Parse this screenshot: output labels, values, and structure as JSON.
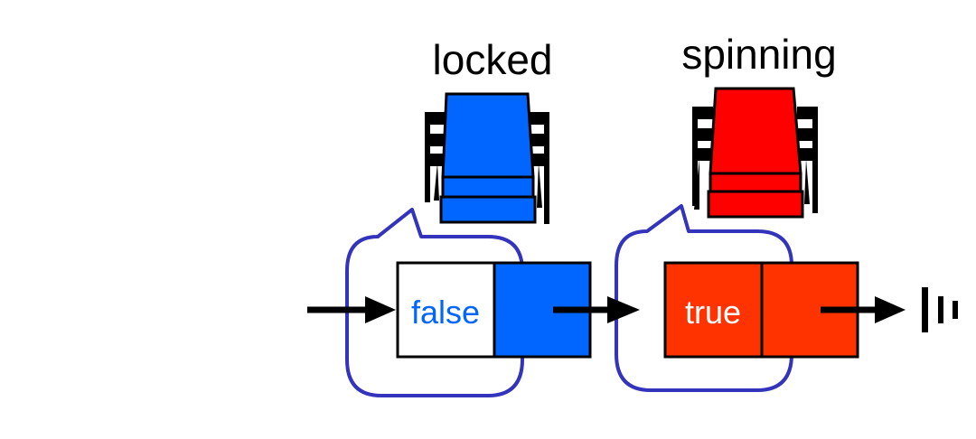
{
  "diagram": {
    "thread_labels": {
      "locked": "locked",
      "spinning": "spinning"
    },
    "nodes": [
      {
        "flag": "false",
        "state": "locked"
      },
      {
        "flag": "true",
        "state": "spinning"
      }
    ]
  },
  "colors": {
    "locked_blue": "#0066ff",
    "spinning_red": "#ff0000",
    "node_red": "#ff3300",
    "false_text": "#0066ff",
    "true_text": "#ffffff",
    "bubble_outline": "#3333bb",
    "stroke": "#000000"
  },
  "icons": {
    "thread": "chair-icon",
    "arrow": "arrow-right-icon",
    "null": "ground-null-icon"
  }
}
